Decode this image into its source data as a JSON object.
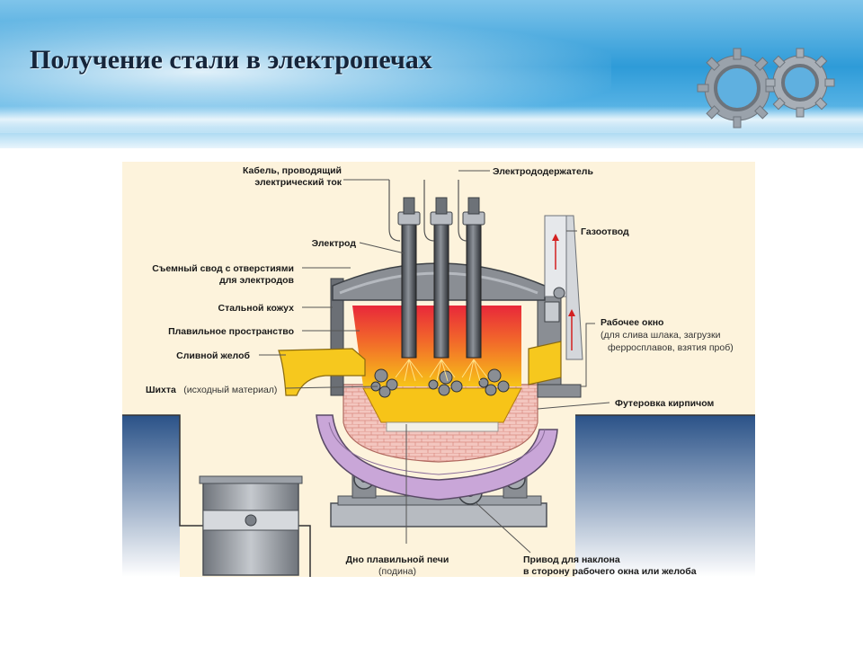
{
  "title": "Получение стали в электропечах",
  "labels": {
    "cable": [
      "Кабель, проводящий",
      "электрический ток"
    ],
    "electrode_holder": "Электрододержатель",
    "gas_outlet": "Газоотвод",
    "electrode": "Электрод",
    "roof": [
      "Съемный свод с отверстиями",
      "для электродов"
    ],
    "shell": "Стальной кожух",
    "melting_space": "Плавильное пространство",
    "spout": "Сливной желоб",
    "charge": "Шихта",
    "charge_note": "(исходный материал)",
    "work_window": "Рабочее окно",
    "work_window_note": [
      "(для слива шлака, загрузки",
      "ферросплавов, взятия проб)"
    ],
    "lining": "Футеровка кирпичом",
    "bottom": "Дно плавильной печи",
    "bottom_note": "(подина)",
    "tilt_drive": [
      "Привод для наклона",
      "в сторону рабочего окна или желоба"
    ]
  },
  "colors": {
    "banner": "#2e9bd8",
    "diagram_bg": "#fdf3dc",
    "floor": "#2f5a8f",
    "melt_hot": "#e8283a",
    "melt_warm": "#f7b518",
    "spout": "#f6c81e",
    "lining": "#f3c6bf",
    "shell": "#c9a6d8",
    "steel": "#8a8e94"
  },
  "icons": [
    "gear-icon"
  ]
}
